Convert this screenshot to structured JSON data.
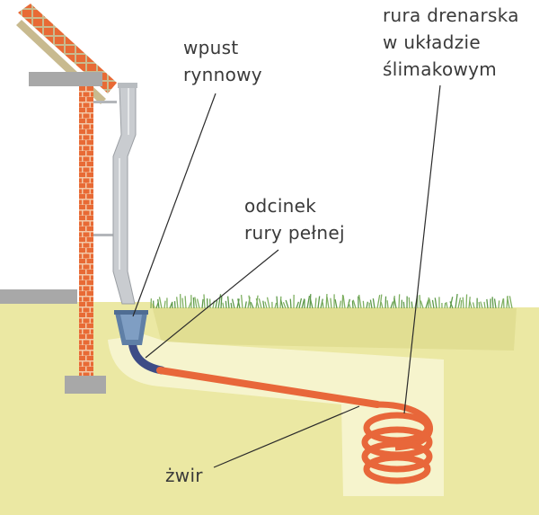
{
  "labels": {
    "inlet": [
      "wpust",
      "rynnowy"
    ],
    "drain": [
      "rura drenarska",
      "w układzie",
      "ślimakowym"
    ],
    "solid_pipe": [
      "odcinek",
      "rury pełnej"
    ],
    "gravel": "żwir"
  },
  "colors": {
    "soil": "#ebe8a3",
    "soil_surface": "#dedb8c",
    "gravel_bed": "#f6f4cd",
    "brick": "#e86a35",
    "mortar": "#f2c8a8",
    "gutter_pipe": "#c9ccd0",
    "inlet": "#5f7fa6",
    "solid_pipe": "#3d4c86",
    "drain_pipe": "#e8673a",
    "grass": "#5e9a4a",
    "concrete": "#a8a8a8",
    "roof_tile": "#e86a35",
    "roof_wood": "#c8ba8f"
  }
}
